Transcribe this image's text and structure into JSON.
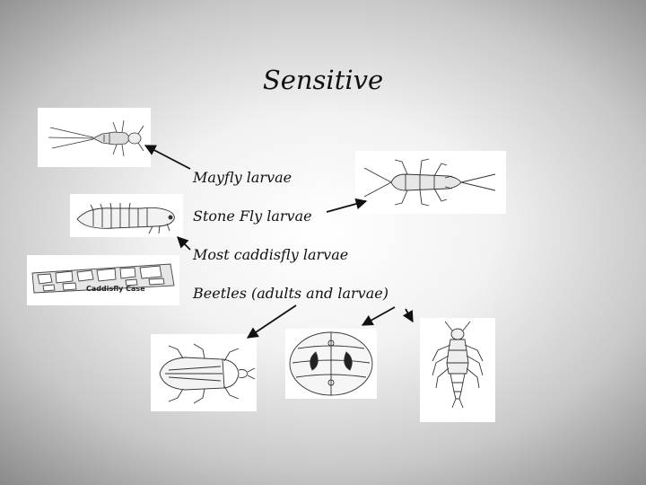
{
  "slide": {
    "title": "Sensitive",
    "items": [
      "Mayfly larvae",
      "Stone Fly larvae",
      "Most caddisfly larvae",
      "Beetles (adults and larvae)"
    ],
    "images": {
      "mayfly": "mayfly-larva-drawing",
      "caddis_larva": "caddisfly-larva-drawing",
      "caddis_case": {
        "label": "Caddisfly Case"
      },
      "stonefly": "stonefly-larva-drawing",
      "beetle_adult": "beetle-adult-drawing",
      "water_penny": "water-penny-larva-drawing",
      "beetle_larva": "beetle-larva-drawing"
    }
  }
}
